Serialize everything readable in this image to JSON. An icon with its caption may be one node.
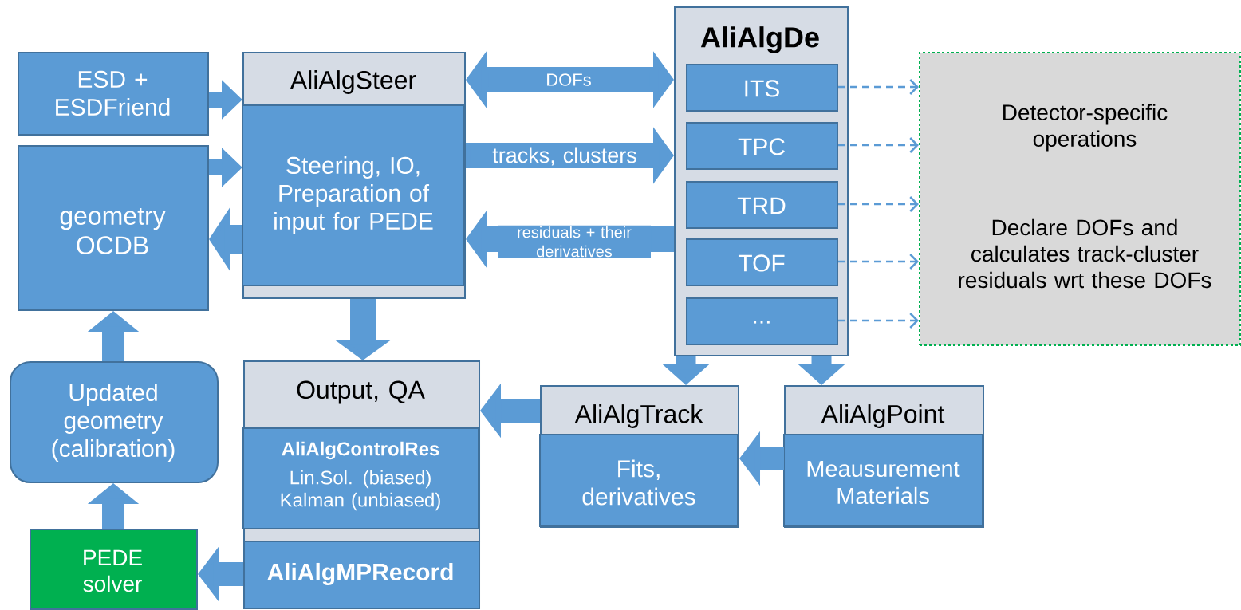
{
  "diagram": {
    "nodes": [
      {
        "text": [
          "ESD + ESDFriend"
        ]
      },
      {
        "text": [
          "geometry OCDB"
        ]
      },
      {
        "text": [
          "AliAlgSteer",
          "Steering, IO, Preparation of input for PEDE"
        ]
      },
      {
        "text": [
          "AliAlgDe"
        ]
      },
      {
        "text": [
          "ITS"
        ],
        "in": 3
      },
      {
        "text": [
          "TPC"
        ],
        "in": 3
      },
      {
        "text": [
          "TRD"
        ],
        "in": 3
      },
      {
        "text": [
          "TOF"
        ],
        "in": 3
      },
      {
        "text": [
          "..."
        ],
        "in": 3
      },
      {
        "text": [
          "Detector-specific operations",
          "Declare DOFs and calculates track-cluster residuals wrt these DOFs"
        ]
      },
      {
        "text": [
          "Output, QA",
          "AliAlgControlRes",
          "Lin.Sol. (biased) Kalman (unbiased)"
        ]
      },
      {
        "text": [
          "AliAlgMPRecord"
        ]
      },
      {
        "text": [
          "AliAlgTrack",
          "Fits, derivatives"
        ]
      },
      {
        "text": [
          "AliAlgPoint",
          "Meausurement Materials"
        ]
      },
      {
        "text": [
          "Updated geometry (calibration)"
        ]
      },
      {
        "text": [
          "PEDE solver"
        ]
      }
    ],
    "edges": [
      {
        "from": 0,
        "to": 2,
        "arrow": "to"
      },
      {
        "from": 1,
        "to": 2,
        "arrow": "to"
      },
      {
        "from": 2,
        "to": 1,
        "arrow": "to"
      },
      {
        "from": 2,
        "to": 3,
        "arrow": "both",
        "label": "DOFs"
      },
      {
        "from": 2,
        "to": 3,
        "arrow": "to",
        "label": "tracks, clusters"
      },
      {
        "from": 3,
        "to": 2,
        "arrow": "to",
        "label": "residuals + their derivatives"
      },
      {
        "from": 2,
        "to": 10,
        "arrow": "to"
      },
      {
        "from": 4,
        "to": 9,
        "arrow": "to",
        "style": "dashed"
      },
      {
        "from": 5,
        "to": 9,
        "arrow": "to",
        "style": "dashed"
      },
      {
        "from": 6,
        "to": 9,
        "arrow": "to",
        "style": "dashed"
      },
      {
        "from": 7,
        "to": 9,
        "arrow": "to",
        "style": "dashed"
      },
      {
        "from": 8,
        "to": 9,
        "arrow": "to",
        "style": "dashed"
      },
      {
        "from": 3,
        "to": 12,
        "arrow": "to"
      },
      {
        "from": 3,
        "to": 13,
        "arrow": "to"
      },
      {
        "from": 12,
        "to": 10,
        "arrow": "to"
      },
      {
        "from": 13,
        "to": 12,
        "arrow": "to"
      },
      {
        "from": 11,
        "to": 15,
        "arrow": "to"
      },
      {
        "from": 15,
        "to": 14,
        "arrow": "to"
      },
      {
        "from": 14,
        "to": 1,
        "arrow": "to"
      }
    ]
  }
}
